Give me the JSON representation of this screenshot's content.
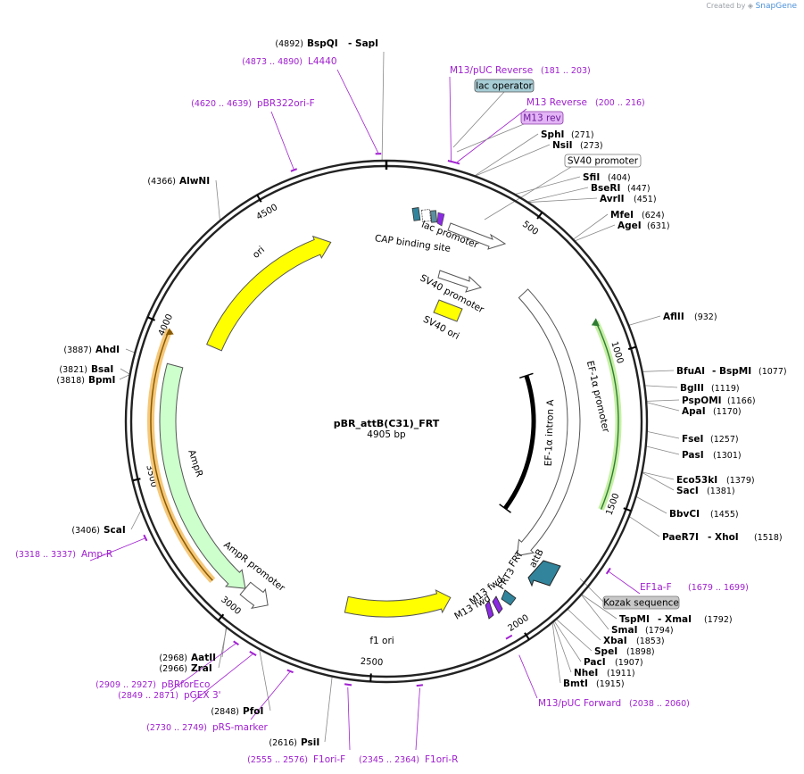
{
  "credit": {
    "prefix": "Created by",
    "brand": "SnapGene"
  },
  "plasmid": {
    "name": "pBR_attB(C31)_FRT",
    "length": "4905 bp"
  },
  "ticks": [
    "500",
    "1000",
    "1500",
    "2000",
    "2500",
    "3000",
    "3500",
    "4000",
    "4500"
  ],
  "enzymes": [
    {
      "pos": "(4892)",
      "name": "BspQI",
      "extra": "- SapI"
    },
    {
      "pos": "(271)",
      "name": "SphI",
      "extra": ""
    },
    {
      "pos": "(273)",
      "name": "NsiI",
      "extra": ""
    },
    {
      "pos": "(404)",
      "name": "SfiI",
      "extra": ""
    },
    {
      "pos": "(447)",
      "name": "BseRI",
      "extra": ""
    },
    {
      "pos": "(451)",
      "name": "AvrII",
      "extra": ""
    },
    {
      "pos": "(624)",
      "name": "MfeI",
      "extra": ""
    },
    {
      "pos": "(631)",
      "name": "AgeI",
      "extra": ""
    },
    {
      "pos": "(932)",
      "name": "AflII",
      "extra": ""
    },
    {
      "pos": "(1077)",
      "name": "BfuAI",
      "extra": "- BspMI"
    },
    {
      "pos": "(1119)",
      "name": "BglII",
      "extra": ""
    },
    {
      "pos": "(1166)",
      "name": "PspOMI",
      "extra": ""
    },
    {
      "pos": "(1170)",
      "name": "ApaI",
      "extra": ""
    },
    {
      "pos": "(1257)",
      "name": "FseI",
      "extra": ""
    },
    {
      "pos": "(1301)",
      "name": "PasI",
      "extra": ""
    },
    {
      "pos": "(1379)",
      "name": "Eco53kI",
      "extra": ""
    },
    {
      "pos": "(1381)",
      "name": "SacI",
      "extra": ""
    },
    {
      "pos": "(1455)",
      "name": "BbvCI",
      "extra": ""
    },
    {
      "pos": "(1518)",
      "name": "PaeR7I",
      "extra": "- XhoI"
    },
    {
      "pos": "(1792)",
      "name": "TspMI",
      "extra": "- XmaI"
    },
    {
      "pos": "(1794)",
      "name": "SmaI",
      "extra": ""
    },
    {
      "pos": "(1853)",
      "name": "XbaI",
      "extra": ""
    },
    {
      "pos": "(1898)",
      "name": "SpeI",
      "extra": ""
    },
    {
      "pos": "(1907)",
      "name": "PacI",
      "extra": ""
    },
    {
      "pos": "(1911)",
      "name": "NheI",
      "extra": ""
    },
    {
      "pos": "(1915)",
      "name": "BmtI",
      "extra": ""
    },
    {
      "pos": "(2848)",
      "name": "PfoI",
      "extra": ""
    },
    {
      "pos": "(2968)",
      "name": "AatII",
      "extra": ""
    },
    {
      "pos": "(2966)",
      "name": "ZraI",
      "extra": ""
    },
    {
      "pos": "(2616)",
      "name": "PsiI",
      "extra": ""
    },
    {
      "pos": "(3406)",
      "name": "ScaI",
      "extra": ""
    },
    {
      "pos": "(3887)",
      "name": "AhdI",
      "extra": ""
    },
    {
      "pos": "(3821)",
      "name": "BsaI",
      "extra": ""
    },
    {
      "pos": "(3818)",
      "name": "BpmI",
      "extra": ""
    },
    {
      "pos": "(4366)",
      "name": "AlwNI",
      "extra": ""
    }
  ],
  "primers": [
    {
      "range": "(4873 .. 4890)",
      "name": "L4440"
    },
    {
      "range": "(4620 .. 4639)",
      "name": "pBR322ori-F"
    },
    {
      "name": "M13/pUC Reverse",
      "range": "(181 .. 203)"
    },
    {
      "name": "M13 Reverse",
      "range": "(200 .. 216)"
    },
    {
      "name": "EF1a-F",
      "range": "(1679 .. 1699)"
    },
    {
      "name": "M13/pUC Forward",
      "range": "(2038 .. 2060)"
    },
    {
      "range": "(2345 .. 2364)",
      "name": "F1ori-R"
    },
    {
      "range": "(2555 .. 2576)",
      "name": "F1ori-F"
    },
    {
      "range": "(2730 .. 2749)",
      "name": "pRS-marker"
    },
    {
      "range": "(2849 .. 2871)",
      "name": "pGEX 3'"
    },
    {
      "range": "(2909 .. 2927)",
      "name": "pBRforEco"
    },
    {
      "range": "(3318 .. 3337)",
      "name": "Amp-R"
    }
  ],
  "boxed": {
    "lac_operator": "lac operator",
    "m13_rev": "M13 rev",
    "sv40_promoter": "SV40 promoter",
    "kozak": "Kozak sequence"
  },
  "features": {
    "ori": "ori",
    "ampr": "AmpR",
    "ampr_promoter": "AmpR promoter",
    "f1_ori": "f1 ori",
    "sv40_promoter": "SV40 promoter",
    "sv40_ori": "SV40 ori",
    "lac_promoter": "lac promoter",
    "cap_site": "CAP binding site",
    "ef1a_promoter": "EF-1α promoter",
    "ef1a_intron": "EF-1α intron A",
    "attb": "attB",
    "frt": "FRT",
    "frt3": "FRT3",
    "m13_fwd_1": "M13 fwd",
    "m13_fwd_2": "M13 fwd"
  },
  "colors": {
    "backbone": "#222222",
    "ori": "#ffff00",
    "ampr": "#ccffcc",
    "orf": "#f5c87a",
    "orf_green": "#9ce36a",
    "primer": "#a020d0",
    "attb": "#31849b",
    "lac_operator": "#a6cdd6",
    "m13_rev": "#e3b4f5",
    "kozak": "#c8c8c8"
  }
}
